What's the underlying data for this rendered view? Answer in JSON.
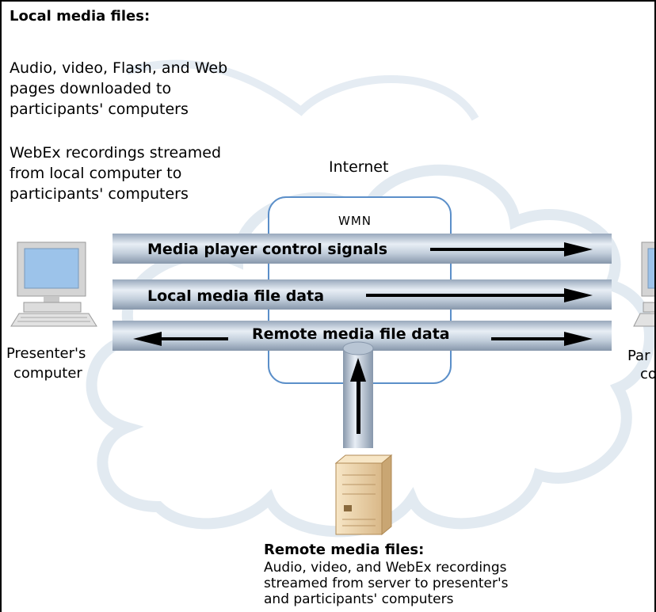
{
  "local_media": {
    "heading": "Local media files:",
    "lines": [
      "Audio, video, Flash, and Web",
      "pages downloaded to",
      "participants' computers",
      "WebEx recordings streamed",
      "from local computer to",
      "participants' computers"
    ]
  },
  "cloud": {
    "label": "Internet"
  },
  "wmn": {
    "label": "WMN"
  },
  "presenter": {
    "label_line1": "Presenter's",
    "label_line2": "computer"
  },
  "participant": {
    "label_line1": "Par",
    "label_line2": "co"
  },
  "pipes": [
    {
      "label": "Media player control signals",
      "direction": "right"
    },
    {
      "label": "Local media file data",
      "direction": "right"
    },
    {
      "label": "Remote media file data",
      "direction": "both"
    }
  ],
  "remote_media": {
    "heading": "Remote media files:",
    "lines": [
      "Audio, video, and WebEx recordings",
      "streamed from server to presenter's",
      "and participants' computers"
    ]
  },
  "colors": {
    "pipe": "#b9c6d6",
    "pipe_highlight": "#e6edf4",
    "wmn_border": "#5b8fc9",
    "cloud": "#e4edf5",
    "screen": "#9cc3ea",
    "server": "#f2d9b0"
  }
}
